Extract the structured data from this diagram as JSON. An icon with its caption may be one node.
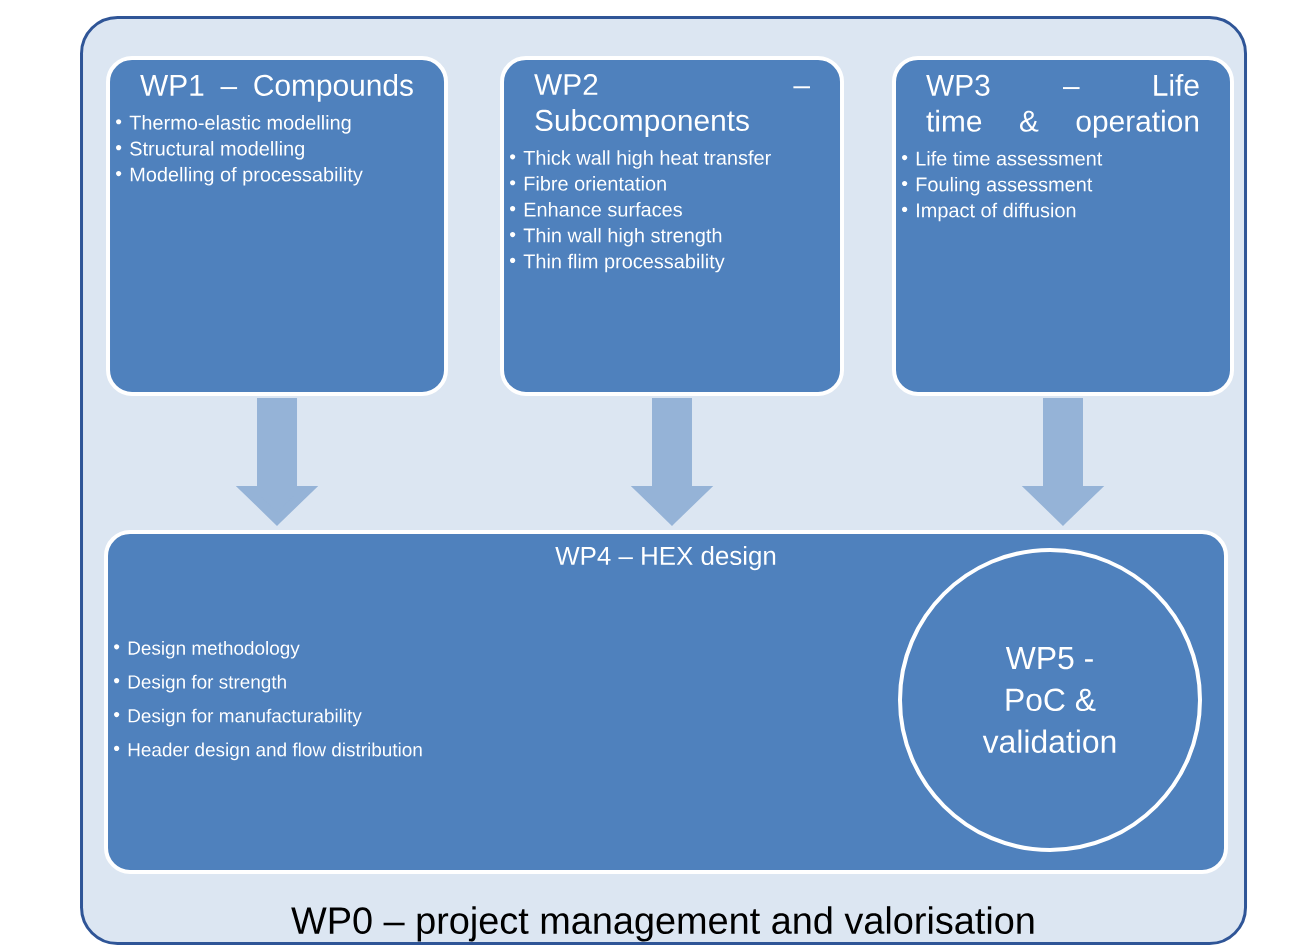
{
  "diagram": {
    "nodes": [
      {
        "text": [
          "WP0 – project management and valorisation"
        ]
      },
      {
        "text": [
          "WP1 – Compounds",
          "Thermo-elastic modelling",
          "Structural modelling",
          "Modelling of processability"
        ],
        "in": 0
      },
      {
        "text": [
          "WP2 – Subcomponents",
          "Thick wall high heat transfer",
          "Fibre orientation",
          "Enhance surfaces",
          "Thin wall high strength",
          "Thin flim processability"
        ],
        "in": 0
      },
      {
        "text": [
          "WP3 – Life time & operation",
          "Life time assessment",
          "Fouling assessment",
          "Impact of diffusion"
        ],
        "in": 0
      },
      {
        "text": [
          "WP4 – HEX design",
          "Design methodology",
          "Design for strength",
          "Design for manufacturability",
          "Header design and flow distribution"
        ],
        "in": 0
      },
      {
        "text": [
          "WP5 - PoC & validation"
        ],
        "in": 4
      }
    ],
    "edges": [
      {
        "from": 1,
        "to": 4,
        "arrow": "to"
      },
      {
        "from": 2,
        "to": 4,
        "arrow": "to"
      },
      {
        "from": 3,
        "to": 4,
        "arrow": "to"
      }
    ]
  }
}
